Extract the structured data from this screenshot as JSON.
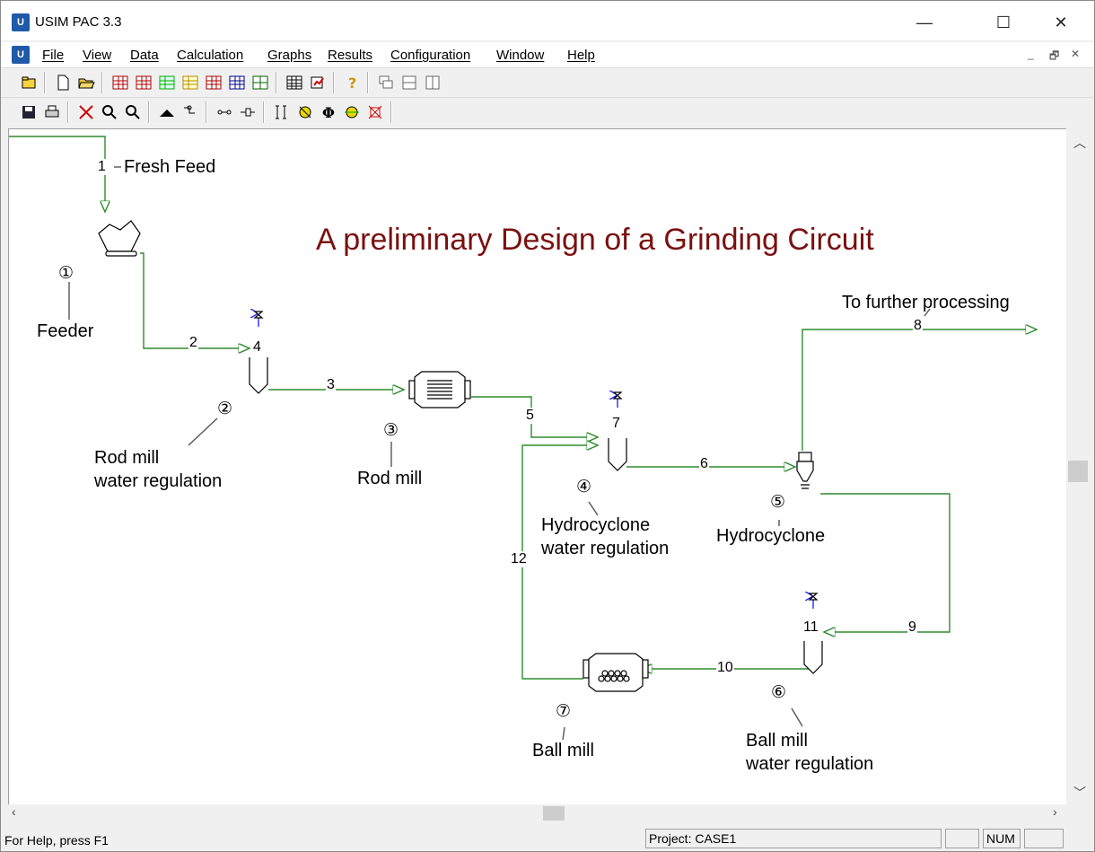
{
  "window": {
    "title": "USIM PAC 3.3",
    "logo": "U",
    "controls": [
      "—",
      "☐",
      "✕"
    ]
  },
  "menubar": {
    "items": [
      "File",
      "View",
      "Data",
      "Calculation",
      "Graphs",
      "Results",
      "Configuration",
      "Window",
      "Help"
    ],
    "mdi_controls": [
      "_",
      "🗗",
      "✕"
    ]
  },
  "diagram": {
    "title": "A preliminary Design of a Grinding Circuit",
    "labels": {
      "fresh_feed": "Fresh Feed",
      "further": "To further processing",
      "feeder": "Feeder",
      "rod_mill_water": "Rod mill\nwater regulation",
      "rod_mill": "Rod mill",
      "hydro_water": "Hydrocyclone\nwater regulation",
      "hydrocyclone": "Hydrocyclone",
      "ball_mill_water": "Ball mill\nwater regulation",
      "ball_mill": "Ball mill"
    },
    "unit_numbers": [
      "①",
      "②",
      "③",
      "④",
      "⑤",
      "⑥",
      "⑦"
    ],
    "streams": [
      "1",
      "2",
      "3",
      "4",
      "5",
      "6",
      "7",
      "8",
      "9",
      "10",
      "11",
      "12"
    ],
    "colors": {
      "stream": "#2e8b2e",
      "water": "#1a1aff",
      "title": "#7a1010"
    }
  },
  "statusbar": {
    "help": "For Help, press F1",
    "project": "Project: CASE1",
    "num": "NUM"
  }
}
